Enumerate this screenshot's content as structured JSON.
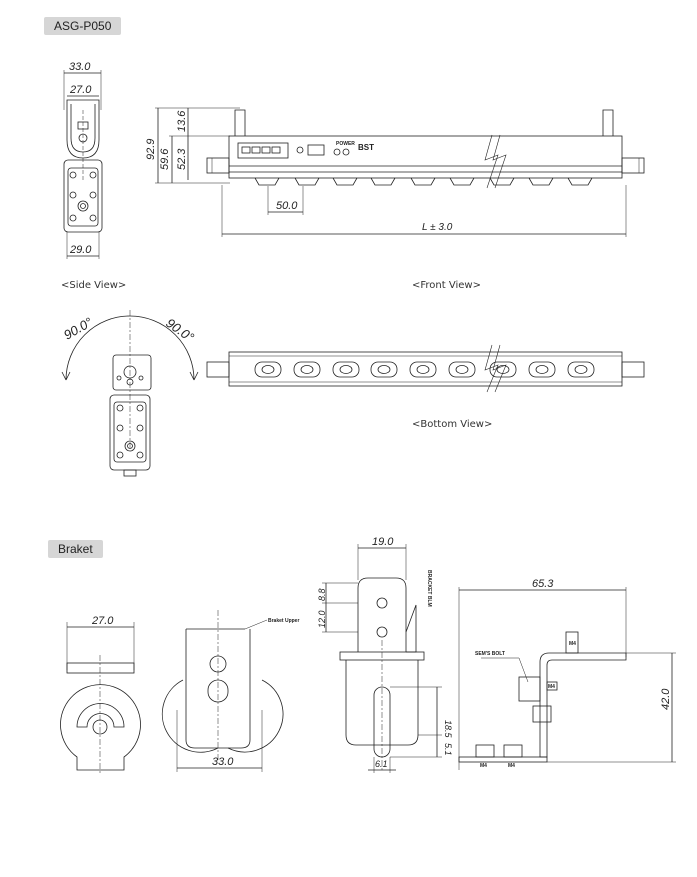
{
  "sections": {
    "product_tag": "ASG-P050",
    "bracket_tag": "Braket"
  },
  "views": {
    "side": "<Side View>",
    "front": "<Front View>",
    "bottom": "<Bottom View>"
  },
  "dimensions": {
    "side_outer_width": "33.0",
    "side_inner_width": "27.0",
    "side_base_width": "29.0",
    "front_total_height": "92.9",
    "front_body_height": "59.6",
    "front_top_offset": "13.6",
    "front_mid": "52.3",
    "front_pitch": "50.0",
    "front_length": "L ± 3.0",
    "rotation_left": "90.0°",
    "rotation_right": "90.0°",
    "bracket_width_a": "27.0",
    "bracket_width_b": "33.0",
    "bracket_top_width": "19.0",
    "bracket_hole_a": "8.8",
    "bracket_hole_b": "12.0",
    "bracket_slot": "18.5",
    "bracket_slot_end": "5.1",
    "bracket_slot_width": "6.1",
    "bracket_side_width": "65.3",
    "bracket_side_height": "42.0"
  },
  "labels": {
    "bracket_upper": "Braket Upper",
    "bracket_blm": "BRACKET BLM",
    "sems_bolt": "SEM'S BOLT",
    "m4_a": "M4",
    "m4_b": "M4",
    "m4_c": "M4",
    "m4_d": "M4",
    "brand": "BST",
    "power": "POWER"
  }
}
